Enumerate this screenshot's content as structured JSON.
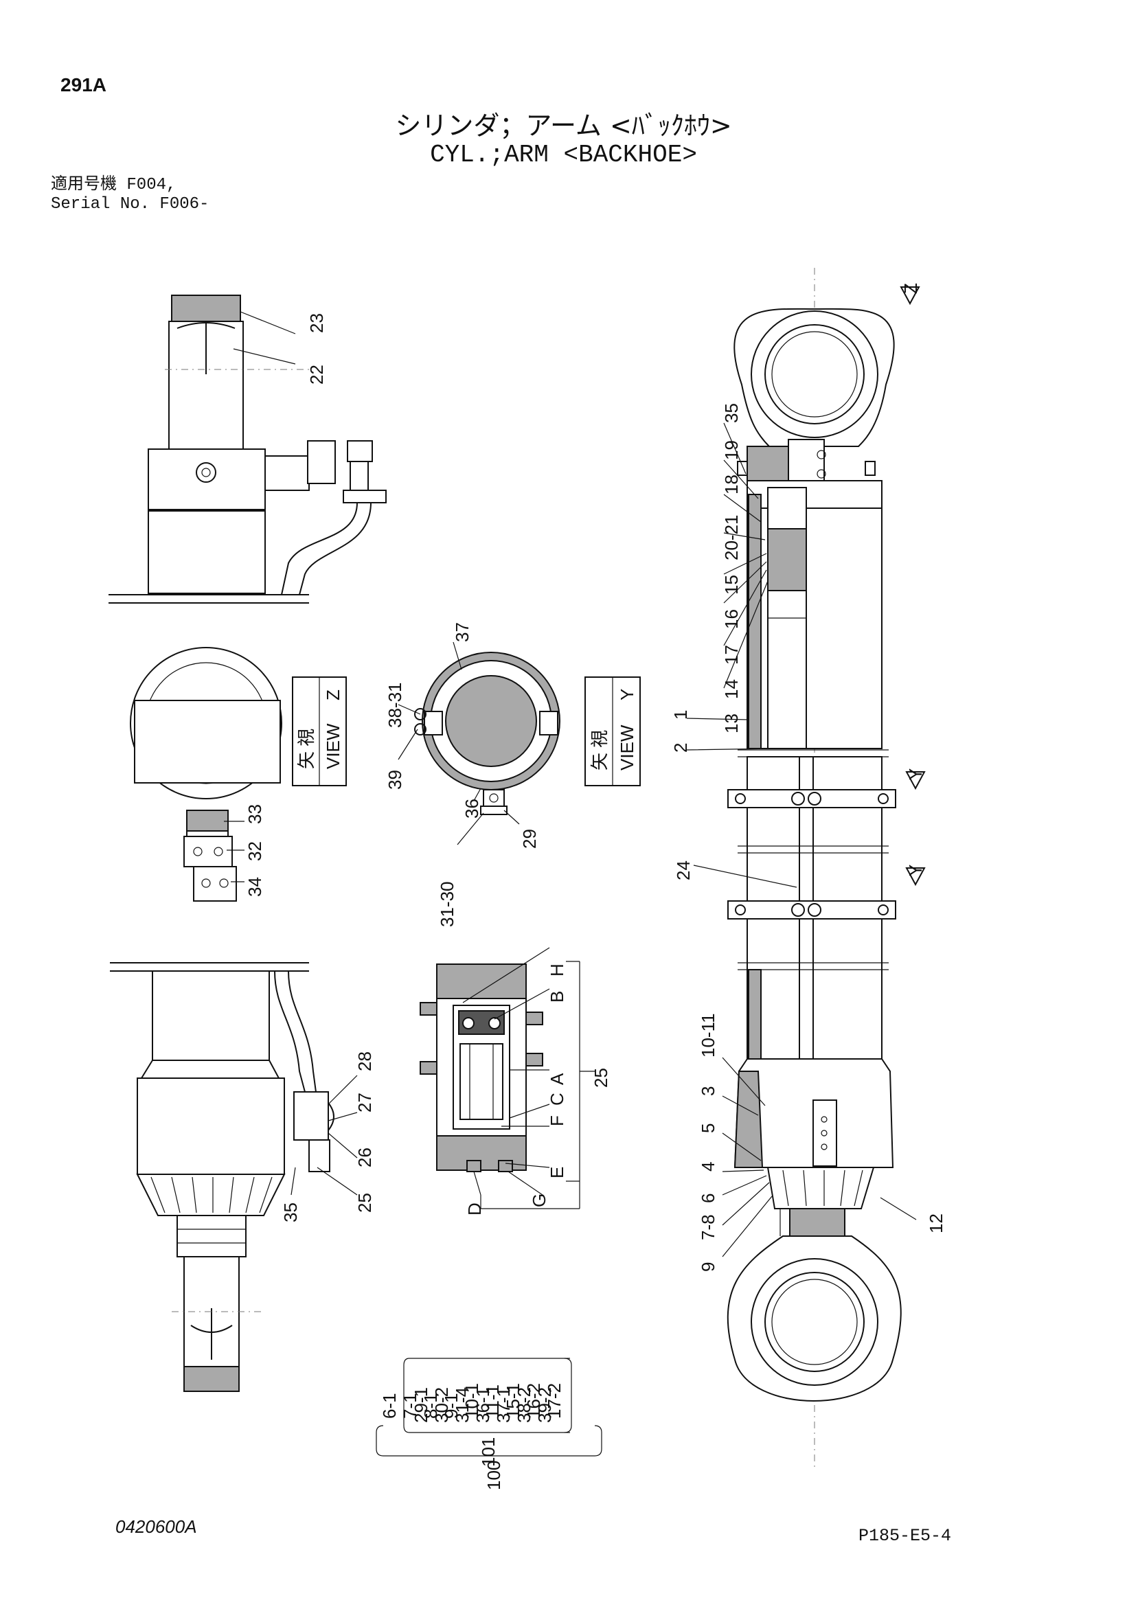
{
  "header": {
    "page_code": "291A",
    "title_jp": "シリンダ；アーム <ﾊﾞｯｸﾎｳ>",
    "title_en": "CYL.;ARM <BACKHOE>",
    "serial_line1": "適用号機  F004,",
    "serial_line2": "Serial No. F006-"
  },
  "footer": {
    "doc_code": "0420600A",
    "page_ref": "P185-E5-4"
  },
  "views": {
    "z_jp": "矢 視",
    "z_en": "VIEW",
    "z_letter": "Z",
    "y_jp": "矢 視",
    "y_en": "VIEW",
    "y_letter": "Y",
    "marker_z": "Z",
    "marker_y1": "Y",
    "marker_y2": "Y"
  },
  "callouts": {
    "n23": "23",
    "n22": "22",
    "n33": "33",
    "n32": "32",
    "n34": "34",
    "n37": "37",
    "n38_31": "38-31",
    "n39": "39",
    "n36": "36",
    "n29": "29",
    "n31_30": "31-30",
    "n28": "28",
    "n27": "27",
    "n26": "26",
    "n25a": "25",
    "n35a": "35",
    "n35": "35",
    "n19": "19",
    "n18": "18",
    "n20_21": "20-21",
    "n15": "15",
    "n16": "16",
    "n17": "17",
    "n14": "14",
    "n13": "13",
    "n1": "1",
    "n2": "2",
    "n24": "24",
    "n10_11": "10-11",
    "n3": "3",
    "n5": "5",
    "n4": "4",
    "n6": "6",
    "n7_8": "7-8",
    "n9": "9",
    "n12": "12",
    "sH": "H",
    "sB": "B",
    "sA": "A",
    "sC": "C",
    "sF": "F",
    "sE": "E",
    "sG": "G",
    "sD": "D",
    "s25": "25"
  },
  "kit_101": {
    "number": "101",
    "items": [
      "29-1",
      "30-2",
      "31-4",
      "36-1",
      "37-1",
      "38-2",
      "39-2"
    ]
  },
  "kit_100": {
    "number": "100",
    "items": [
      "6-1",
      "7-1",
      "8-1",
      "9-1",
      "10-1",
      "11-1",
      "15-1",
      "16-2",
      "17-2"
    ]
  }
}
